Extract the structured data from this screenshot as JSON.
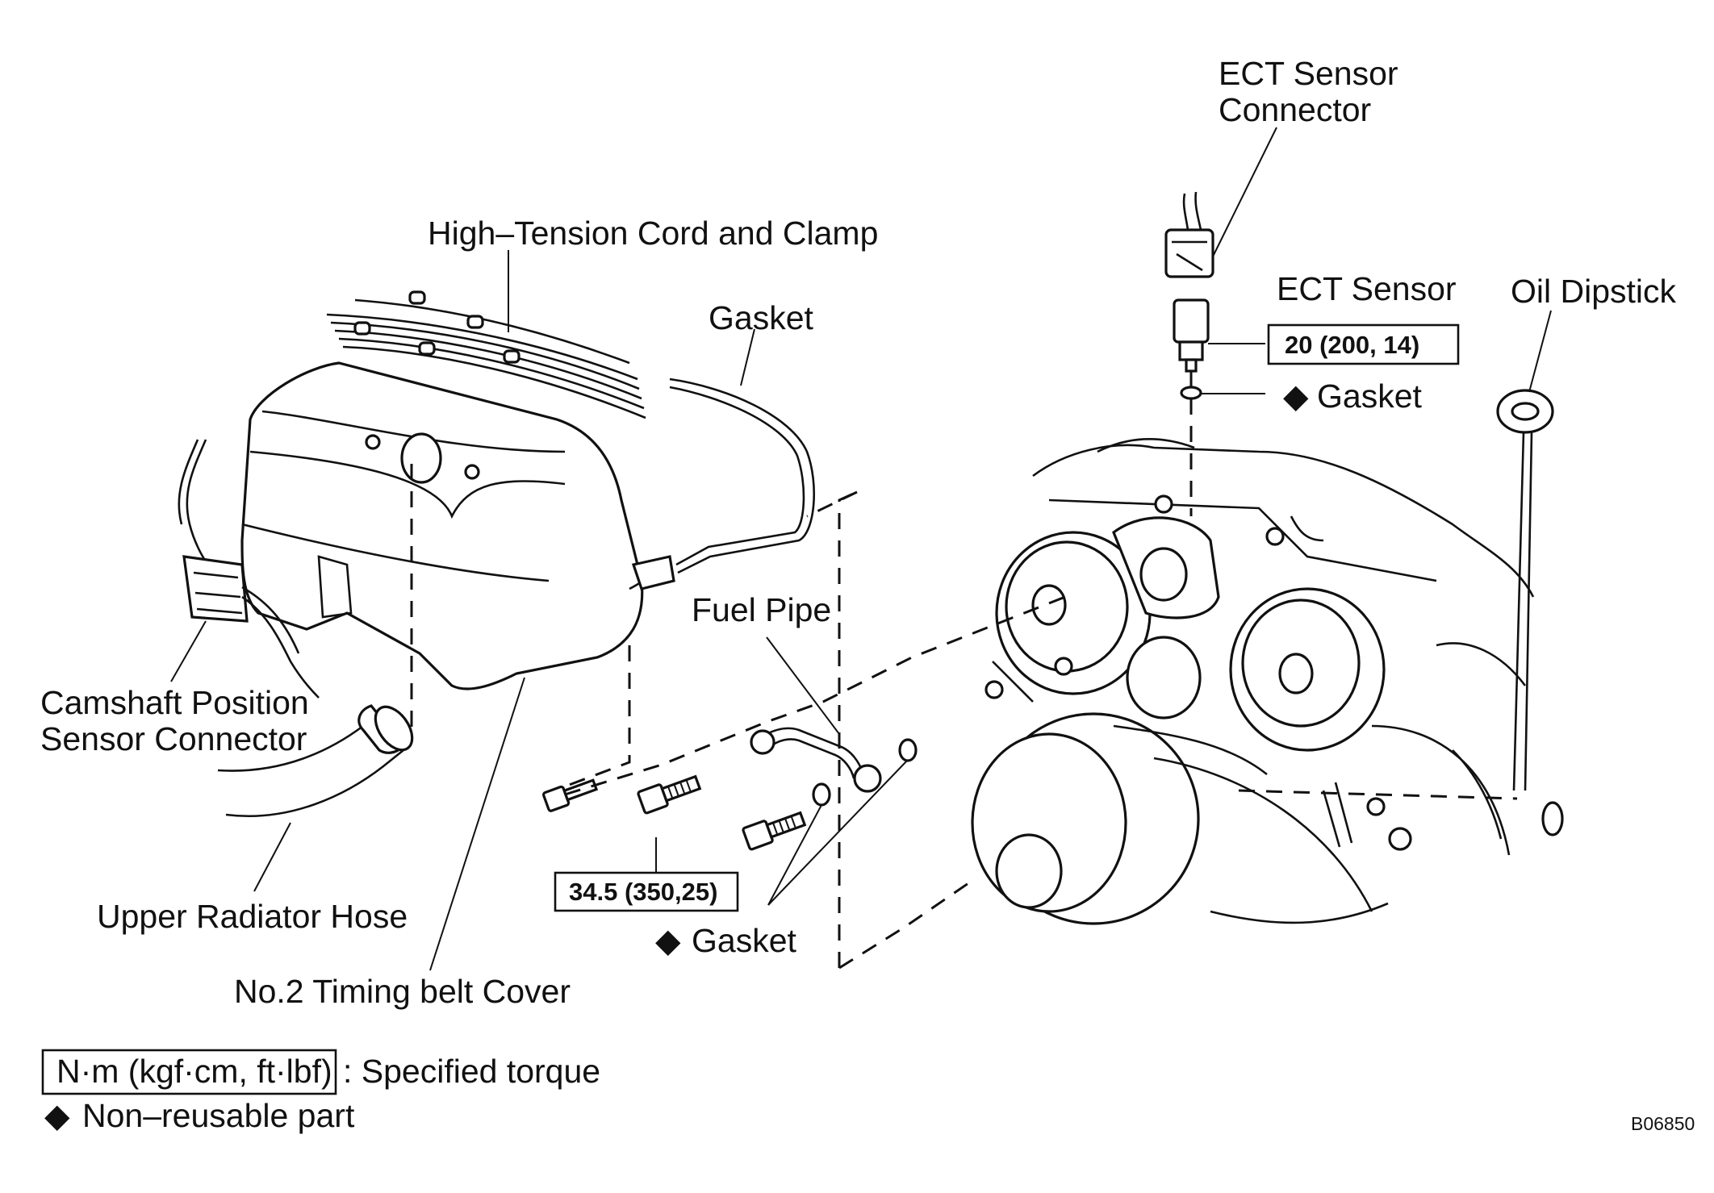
{
  "labels": {
    "ect_connector_1": "ECT Sensor",
    "ect_connector_2": "Connector",
    "high_tension": "High–Tension Cord and Clamp",
    "gasket_top": "Gasket",
    "ect_sensor": "ECT Sensor",
    "oil_dipstick": "Oil Dipstick",
    "ect_gasket": "Gasket",
    "fuel_pipe": "Fuel Pipe",
    "camshaft_1": "Camshaft Position",
    "camshaft_2": "Sensor Connector",
    "upper_hose": "Upper Radiator Hose",
    "bottom_gasket": "Gasket",
    "timing_cover": "No.2 Timing belt Cover"
  },
  "torque": {
    "ect": "20 (200, 14)",
    "bolt": "34.5 (350,25)"
  },
  "legend": {
    "unit": "N·m (kgf·cm, ft·lbf)",
    "unit_desc": ": Specified torque",
    "nonreusable": "Non–reusable part"
  },
  "symbols": {
    "nonreusable_marker": "◆"
  },
  "figure_code": "B06850"
}
